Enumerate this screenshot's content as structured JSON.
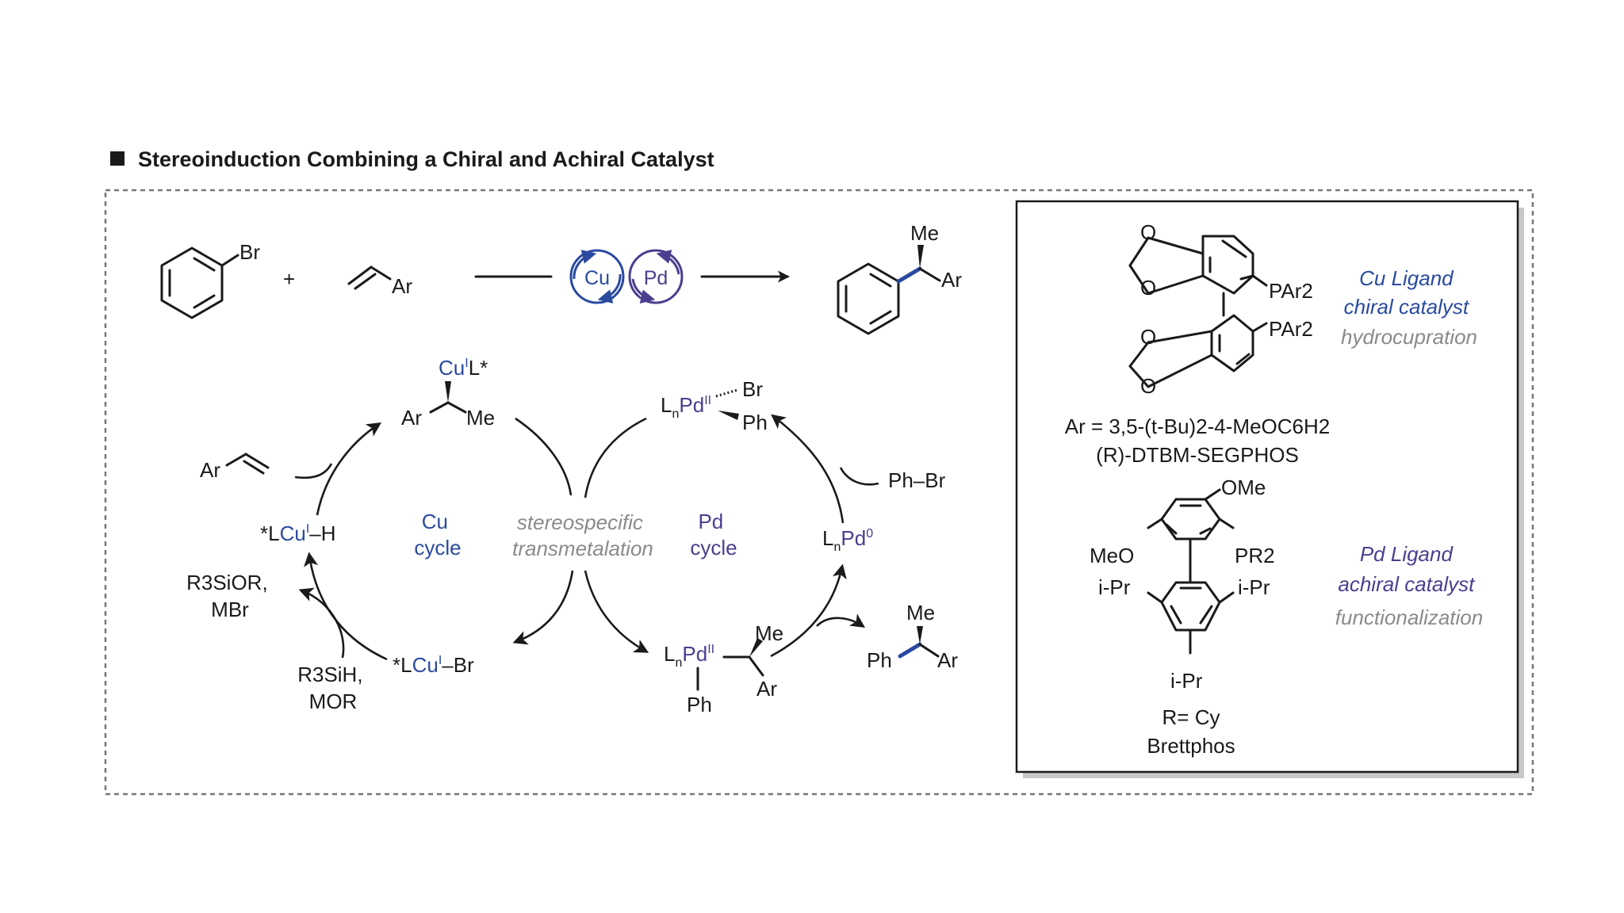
{
  "header": {
    "title": "Stereoinduction Combining a Chiral and Achiral Catalyst"
  },
  "reaction": {
    "bromobenzene_sub": "Br",
    "plus": "+",
    "alkene_sub": "Ar",
    "cu_badge": "Cu",
    "pd_badge": "Pd",
    "product_me": "Me",
    "product_ar": "Ar"
  },
  "cu_cycle": {
    "cu_complex_metal": "Cu",
    "cu_complex_ox": "I",
    "cu_complex_ligand": "L*",
    "ar": "Ar",
    "me": "Me",
    "alkene_ar": "Ar",
    "hydride_pre": "*L",
    "hydride_metal": "Cu",
    "hydride_ox": "I",
    "hydride_post": "–H",
    "byproduct_line1": "R3SiOR,",
    "byproduct_line2": "MBr",
    "reagent_line1": "R3SiH,",
    "reagent_line2": "MOR",
    "bromide_pre": "*L",
    "bromide_metal": "Cu",
    "bromide_ox": "I",
    "bromide_post": "–Br",
    "label_line1": "Cu",
    "label_line2": "cycle"
  },
  "center": {
    "line1": "stereospecific",
    "line2": "transmetalation"
  },
  "pd_cycle": {
    "oa_ln": "L",
    "oa_n": "n",
    "oa_metal": "Pd",
    "oa_ox": "II",
    "oa_br": "Br",
    "oa_ph": "Ph",
    "phbr": "Ph–Br",
    "pd0_ln": "L",
    "pd0_n": "n",
    "pd0_metal": "Pd",
    "pd0_ox": "0",
    "tm_ln": "L",
    "tm_n": "n",
    "tm_metal": "Pd",
    "tm_ox": "II",
    "tm_me": "Me",
    "tm_ar": "Ar",
    "tm_ph": "Ph",
    "prod_me": "Me",
    "prod_ph": "Ph",
    "prod_ar": "Ar",
    "label_line1": "Pd",
    "label_line2": "cycle"
  },
  "ligand_box": {
    "segphos_par2_top": "PAr2",
    "segphos_par2_bottom": "PAr2",
    "ar_definition": "Ar = 3,5-(t-Bu)2-4-MeOC6H2",
    "segphos_name": "(R)-DTBM-SEGPHOS",
    "cu_ligand_line1": "Cu Ligand",
    "cu_ligand_line2": "chiral catalyst",
    "cu_ligand_line3": "hydrocupration",
    "brett_ome_top": "OMe",
    "brett_meo": "MeO",
    "brett_pr2": "PR2",
    "brett_ipr_left": "i-Pr",
    "brett_ipr_right": "i-Pr",
    "brett_ipr_bottom": "i-Pr",
    "brett_r": "R= Cy",
    "brett_name": "Brettphos",
    "pd_ligand_line1": "Pd Ligand",
    "pd_ligand_line2": "achiral catalyst",
    "pd_ligand_line3": "functionalization"
  },
  "colors": {
    "cu_blue": "#2a4aa0",
    "pd_purple": "#4a3f8f",
    "muted_gray": "#8a8a8a"
  }
}
